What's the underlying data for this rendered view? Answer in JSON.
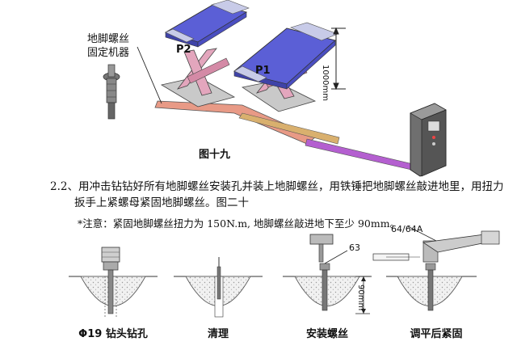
{
  "figure19": {
    "callout_label_line1": "地脚螺丝",
    "callout_label_line2": "固定机器",
    "platform_p2": "P2",
    "platform_p1": "P1",
    "height_dimension": "1000mm",
    "title": "图十九"
  },
  "step": {
    "number": "2.2、",
    "text_line1": "用冲击钻钻好所有地脚螺丝安装孔并装上地脚螺丝，用铁锤把地脚螺丝敲进地里，用扭力",
    "text_line2": "扳手上紧螺母紧固地脚螺丝。图二十"
  },
  "note": {
    "text": "*注意：紧固地脚螺丝扭力为 150N.m, 地脚螺丝敲进地下至少 90mm。"
  },
  "figure20": {
    "label_63": "63",
    "label_wrench": "64/64A",
    "depth_dimension": "90mm",
    "captions": [
      "Φ19 钻头钻孔",
      "清理",
      "安装螺丝",
      "调平后紧固"
    ]
  },
  "colors": {
    "platform_blue": "#5b5fd6",
    "scissor_pink": "#e3a6bd",
    "base_salmon": "#e89a86",
    "ramp_gold": "#d9b06e",
    "hose_purple": "#b45fd0",
    "control_box": "#6f6f6f"
  }
}
